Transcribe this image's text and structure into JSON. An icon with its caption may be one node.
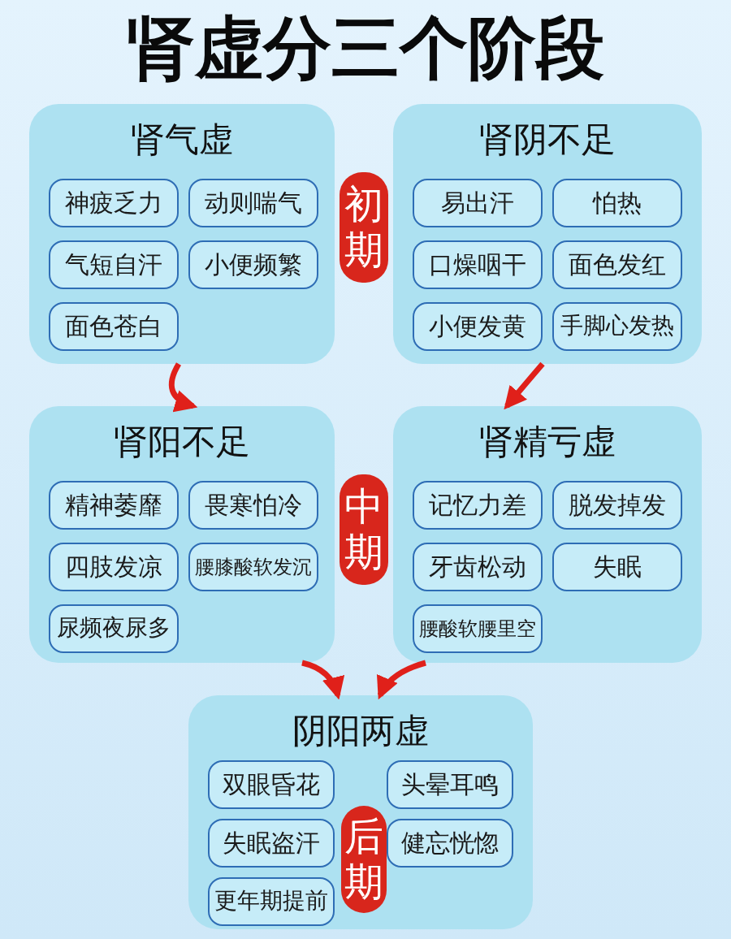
{
  "diagram": {
    "title": "肾虚分三个阶段",
    "nodes": [
      {
        "text": [
          "肾气虚"
        ]
      },
      {
        "text": [
          "神疲乏力"
        ],
        "in": 0
      },
      {
        "text": [
          "动则喘气"
        ],
        "in": 0
      },
      {
        "text": [
          "气短自汗"
        ],
        "in": 0
      },
      {
        "text": [
          "小便频繁"
        ],
        "in": 0
      },
      {
        "text": [
          "面色苍白"
        ],
        "in": 0
      },
      {
        "text": [
          "初期"
        ]
      },
      {
        "text": [
          "肾阴不足"
        ]
      },
      {
        "text": [
          "易出汗"
        ],
        "in": 7
      },
      {
        "text": [
          "怕热"
        ],
        "in": 7
      },
      {
        "text": [
          "口燥咽干"
        ],
        "in": 7
      },
      {
        "text": [
          "面色发红"
        ],
        "in": 7
      },
      {
        "text": [
          "小便发黄"
        ],
        "in": 7
      },
      {
        "text": [
          "手脚心发热"
        ],
        "in": 7
      },
      {
        "text": [
          "肾阳不足"
        ]
      },
      {
        "text": [
          "精神萎靡"
        ],
        "in": 14
      },
      {
        "text": [
          "畏寒怕冷"
        ],
        "in": 14
      },
      {
        "text": [
          "四肢发凉"
        ],
        "in": 14
      },
      {
        "text": [
          "腰膝酸软发沉"
        ],
        "in": 14
      },
      {
        "text": [
          "尿频夜尿多"
        ],
        "in": 14
      },
      {
        "text": [
          "中期"
        ]
      },
      {
        "text": [
          "肾精亏虚"
        ]
      },
      {
        "text": [
          "记忆力差"
        ],
        "in": 21
      },
      {
        "text": [
          "脱发掉发"
        ],
        "in": 21
      },
      {
        "text": [
          "牙齿松动"
        ],
        "in": 21
      },
      {
        "text": [
          "失眠"
        ],
        "in": 21
      },
      {
        "text": [
          "腰酸软腰里空"
        ],
        "in": 21
      },
      {
        "text": [
          "阴阳两虚"
        ]
      },
      {
        "text": [
          "双眼昏花"
        ],
        "in": 27
      },
      {
        "text": [
          "头晕耳鸣"
        ],
        "in": 27
      },
      {
        "text": [
          "失眠盗汗"
        ],
        "in": 27
      },
      {
        "text": [
          "健忘恍惚"
        ],
        "in": 27
      },
      {
        "text": [
          "更年期提前"
        ],
        "in": 27
      },
      {
        "text": [
          "后期"
        ],
        "in": 27
      }
    ],
    "edges": [
      {
        "from": 0,
        "to": 14,
        "arrow": "to"
      },
      {
        "from": 7,
        "to": 21,
        "arrow": "to"
      },
      {
        "from": 14,
        "to": 27,
        "arrow": "to"
      },
      {
        "from": 21,
        "to": 27,
        "arrow": "to"
      }
    ]
  }
}
